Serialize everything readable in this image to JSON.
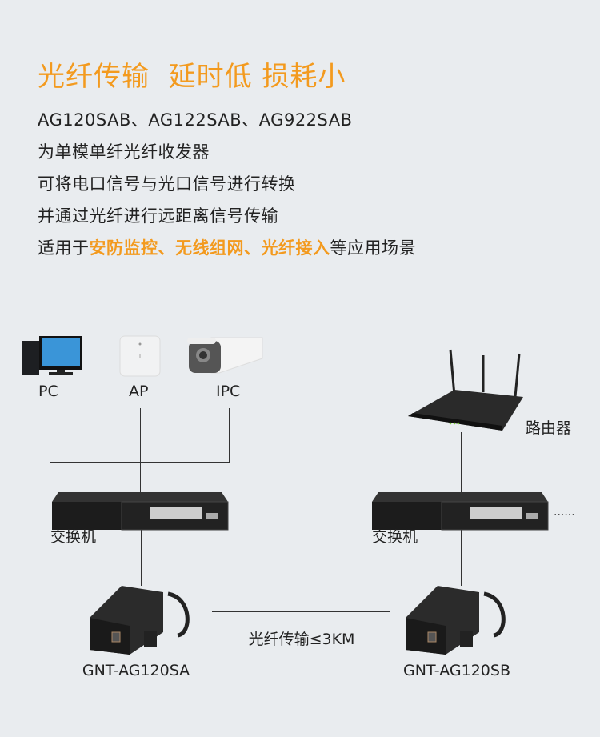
{
  "header": {
    "title": "光纤传输  延时低 损耗小"
  },
  "description": {
    "lines": [
      "AG120SAB、AG122SAB、AG922SAB",
      "为单模单纤光纤收发器",
      "可将电口信号与光口信号进行转换",
      "并通过光纤进行远距离信号传输"
    ],
    "last_line": {
      "prefix": "适用于",
      "highlight": "安防监控、无线组网、光纤接入",
      "suffix": "等应用场景"
    }
  },
  "diagram": {
    "pc_label": "PC",
    "ap_label": "AP",
    "ipc_label": "IPC",
    "router_label": "路由器",
    "switch_left_label": "交换机",
    "switch_right_label": "交换机",
    "more_label": "......",
    "fiber_label": "光纤传输≤3KM",
    "converter_left_label": "GNT-AG120SA",
    "converter_right_label": "GNT-AG120SB"
  },
  "colors": {
    "accent": "#f39a1e",
    "background": "#e9ecef",
    "text": "#222222"
  }
}
